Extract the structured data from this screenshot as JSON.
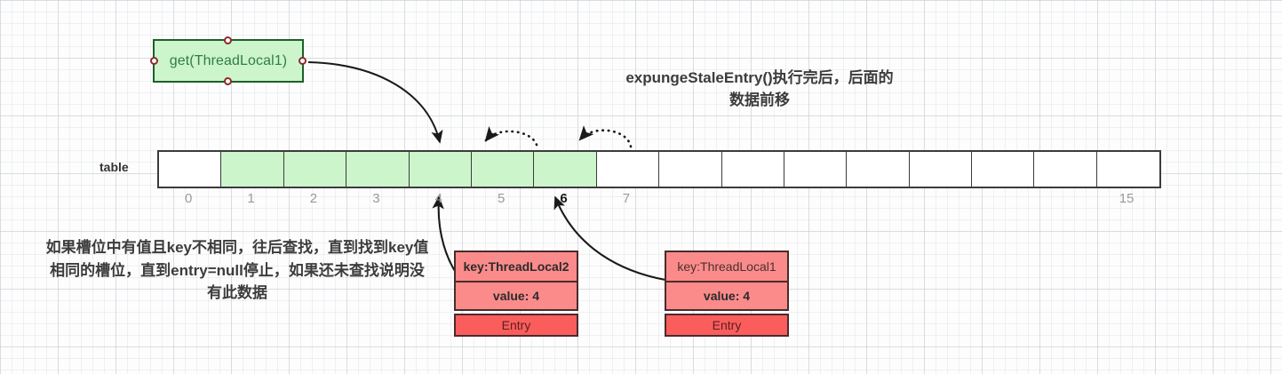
{
  "diagram": {
    "headline": "expungeStaleEntry()执行完后，后面的数据前移",
    "note": "如果槽位中有值且key不相同，往后查找，直到找到key值相同的槽位，直到entry=null停止，如果还未查找说明没有此数据"
  },
  "get_node": {
    "label": "get(ThreadLocal1)"
  },
  "table": {
    "label": "table",
    "cells": [
      {
        "index": "0",
        "filled": false
      },
      {
        "index": "1",
        "filled": true
      },
      {
        "index": "2",
        "filled": true
      },
      {
        "index": "3",
        "filled": true
      },
      {
        "index": "4",
        "filled": true
      },
      {
        "index": "5",
        "filled": true
      },
      {
        "index": "6",
        "filled": true
      },
      {
        "index": "7",
        "filled": false
      },
      {
        "index": "",
        "filled": false
      },
      {
        "index": "",
        "filled": false
      },
      {
        "index": "",
        "filled": false
      },
      {
        "index": "",
        "filled": false
      },
      {
        "index": "",
        "filled": false
      },
      {
        "index": "",
        "filled": false
      },
      {
        "index": "",
        "filled": false
      },
      {
        "index": "15",
        "filled": false
      }
    ],
    "accent_index": "6"
  },
  "entries": [
    {
      "key": "key:ThreadLocal2",
      "value": "value: 4",
      "footer": "Entry",
      "key_bold": true
    },
    {
      "key": "key:ThreadLocal1",
      "value": "value: 4",
      "footer": "Entry",
      "key_bold": false
    }
  ],
  "colors": {
    "cell_filled": "#ccf5cc",
    "cell_empty": "#ffffff",
    "node_fill": "#ccf5cc",
    "node_border": "#1f5f28",
    "node_text": "#2f7d43",
    "entry_fill": "#fb8b8b",
    "entry_footer_fill": "#fb5d5d",
    "entry_border": "#4a2b2b",
    "stroke": "#1a1a1a"
  }
}
